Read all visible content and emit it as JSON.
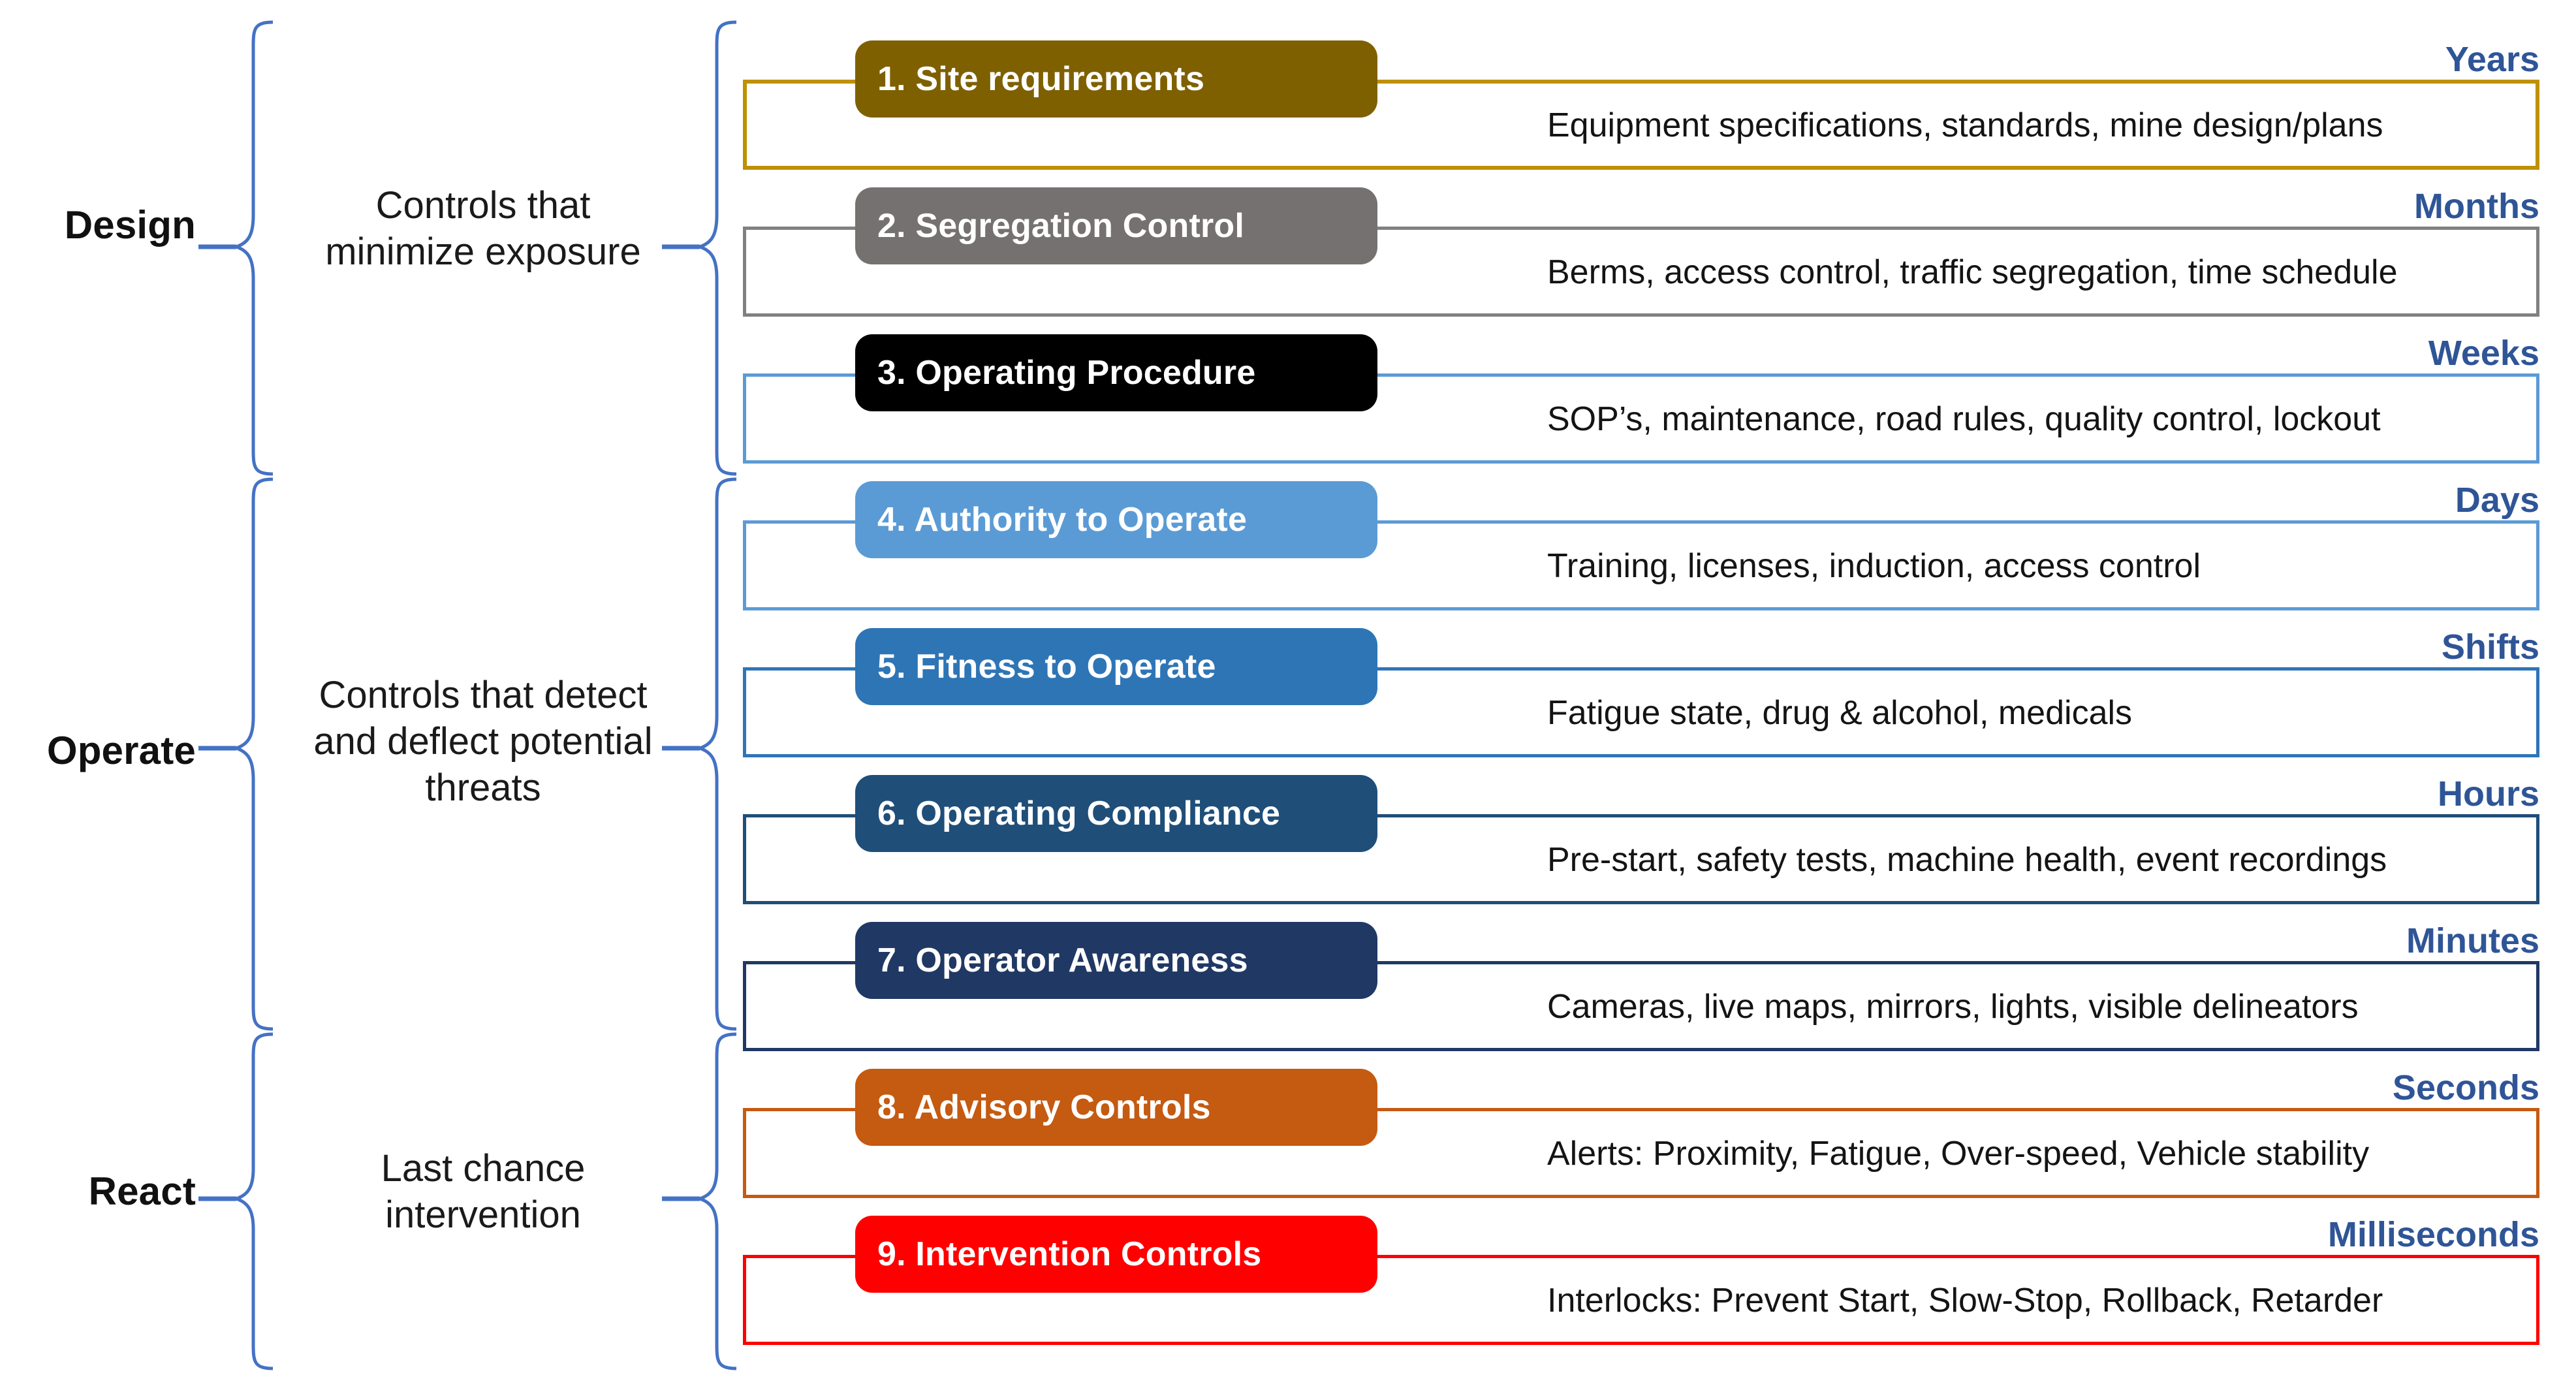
{
  "groups": [
    {
      "name": "Design",
      "description": "Controls that\nminimize exposure"
    },
    {
      "name": "Operate",
      "description": "Controls that detect\nand deflect potential\nthreats"
    },
    {
      "name": "React",
      "description": "Last chance\nintervention"
    }
  ],
  "rows": [
    {
      "title": "1. Site requirements",
      "description": "Equipment specifications, standards, mine design/plans",
      "time_label": "Years",
      "chip_color": "#7F6000",
      "border_color": "#BF9000"
    },
    {
      "title": "2. Segregation Control",
      "description": "Berms, access control, traffic segregation, time schedule",
      "time_label": "Months",
      "chip_color": "#767171",
      "border_color": "#808080"
    },
    {
      "title": "3. Operating Procedure",
      "description": "SOP’s, maintenance, road rules, quality control, lockout",
      "time_label": "Weeks",
      "chip_color": "#000000",
      "border_color": "#5B9BD5"
    },
    {
      "title": "4. Authority to Operate",
      "description": "Training, licenses, induction, access control",
      "time_label": "Days",
      "chip_color": "#5B9BD5",
      "border_color": "#5B9BD5"
    },
    {
      "title": "5. Fitness to Operate",
      "description": "Fatigue state, drug & alcohol, medicals",
      "time_label": "Shifts",
      "chip_color": "#2E75B6",
      "border_color": "#2E75B6"
    },
    {
      "title": "6. Operating Compliance",
      "description": "Pre-start, safety tests, machine health, event recordings",
      "time_label": "Hours",
      "chip_color": "#1F4E79",
      "border_color": "#1F4E79"
    },
    {
      "title": "7. Operator Awareness",
      "description": "Cameras, live maps, mirrors, lights, visible delineators",
      "time_label": "Minutes",
      "chip_color": "#203864",
      "border_color": "#203864"
    },
    {
      "title": "8. Advisory Controls",
      "description": "Alerts: Proximity, Fatigue, Over-speed, Vehicle stability",
      "time_label": "Seconds",
      "chip_color": "#C55A11",
      "border_color": "#C55A11"
    },
    {
      "title": "9. Intervention Controls",
      "description": "Interlocks: Prevent Start, Slow-Stop, Rollback, Retarder",
      "time_label": "Milliseconds",
      "chip_color": "#FF0000",
      "border_color": "#FF0000"
    }
  ],
  "colors": {
    "brace": "#4472C4",
    "time_label": "#2F5597",
    "text": "#141414"
  }
}
